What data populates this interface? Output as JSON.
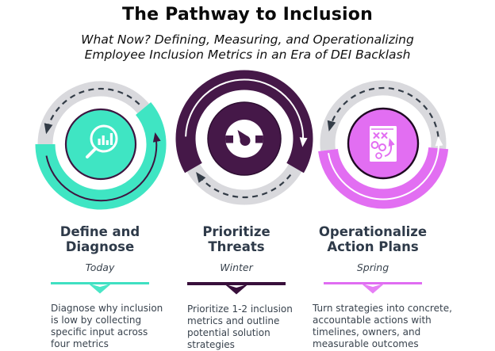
{
  "title": "The Pathway to Inclusion",
  "subtitle": {
    "line1": "What Now? Defining, Measuring, and Operationalizing",
    "line2": "Employee Inclusion Metrics in an Era of DEI Backlash"
  },
  "stages": [
    {
      "heading": "Define and Diagnose",
      "timeframe": "Today",
      "description": "Diagnose why inclusion is low by collecting specific input across four metrics",
      "icon": "magnifier-bar-chart-icon",
      "accent_color": "#3FE5C3"
    },
    {
      "heading": "Prioritize Threats",
      "timeframe": "Winter",
      "description": "Prioritize 1-2 inclusion metrics and outline potential solution strategies",
      "icon": "gauge-icon",
      "accent_color": "#451848"
    },
    {
      "heading": "Operationalize Action Plans",
      "timeframe": "Spring",
      "description": "Turn strategies into concrete, accountable actions with timelines, owners, and measurable outcomes",
      "icon": "strategy-board-icon",
      "accent_color": "#E26EF2"
    }
  ],
  "colors": {
    "teal": "#3FE5C3",
    "dark_purple": "#451848",
    "pink": "#E26EF2",
    "ring_gray": "#D9D9DD",
    "dashed_arrow": "#333C47",
    "heading_text": "#2E3A49",
    "body_text": "#39434E"
  }
}
